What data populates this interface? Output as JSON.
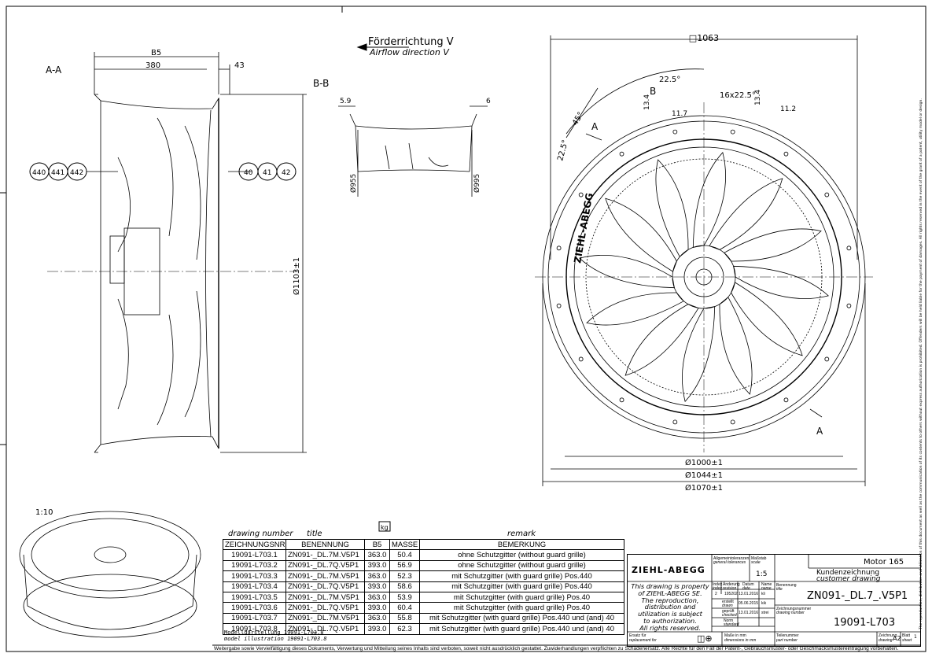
{
  "airflow": {
    "de": "Förderrichtung V",
    "en": "Airflow direction V"
  },
  "views": {
    "section_aa": "A-A",
    "section_bb": "B-B",
    "scale_label": "1:10",
    "section_marker": "A",
    "section_marker_b": "B"
  },
  "dimensions": {
    "b5": "B5",
    "len380": "380",
    "len43": "43",
    "dia1103": "Ø1103±1",
    "bb_left": "5.9",
    "bb_right": "6",
    "dia955": "Ø955",
    "dia995": "Ø995",
    "square": "□1063",
    "angle225": "22.5°",
    "angle45": "45°",
    "angle225b": "22.5°",
    "pattern": "16x22.5°",
    "d134a": "13.4",
    "d117": "11.7",
    "d134b": "13.4",
    "d112": "11.2",
    "dia1000": "Ø1000±1",
    "dia1044": "Ø1044±1",
    "dia1070": "Ø1070±1"
  },
  "balloons": [
    "440",
    "441",
    "442",
    "40",
    "41",
    "42"
  ],
  "brand_ring": "ZIEHL-ABEGG",
  "parts_table": {
    "header_en": {
      "number": "drawing number",
      "title": "title",
      "remark": "remark"
    },
    "weight_icon": "kg",
    "columns": [
      "ZEICHNUNGSNR",
      "BENENNUNG",
      "B5",
      "MASSE",
      "BEMERKUNG"
    ],
    "rows": [
      [
        "19091-L703.1",
        "ZN091-_DL.7M.V5P1",
        "363.0",
        "50.4",
        "ohne Schutzgitter (without guard grille)"
      ],
      [
        "19091-L703.2",
        "ZN091-_DL.7Q.V5P1",
        "393.0",
        "56.9",
        "ohne Schutzgitter (without guard grille)"
      ],
      [
        "19091-L703.3",
        "ZN091-_DL.7M.V5P1",
        "363.0",
        "52.3",
        "mit Schutzgitter (with guard grille) Pos.440"
      ],
      [
        "19091-L703.4",
        "ZN091-_DL.7Q.V5P1",
        "393.0",
        "58.6",
        "mit Schutzgitter (with guard grille) Pos.440"
      ],
      [
        "19091-L703.5",
        "ZN091-_DL.7M.V5P1",
        "363.0",
        "53.9",
        "mit Schutzgitter (with guard grille) Pos.40"
      ],
      [
        "19091-L703.6",
        "ZN091-_DL.7Q.V5P1",
        "393.0",
        "60.4",
        "mit Schutzgitter (with guard grille) Pos.40"
      ],
      [
        "19091-L703.7",
        "ZN091-_DL.7M.V5P1",
        "363.0",
        "55.8",
        "mit Schutzgitter (with guard grille) Pos.440 und (and) 40"
      ],
      [
        "19091-L703.8",
        "ZN091-_DL.7Q.V5P1",
        "393.0",
        "62.3",
        "mit Schutzgitter (with guard grille) Pos.440 und (and) 40"
      ]
    ]
  },
  "model_note": {
    "de": "Modelldarstellung 19091-L703.8",
    "en": "model illustration 19091-L703.8"
  },
  "title_block": {
    "company": "ZIEHL-ABEGG",
    "tolerances_de": "Allgemeintoleranzen",
    "tolerances_en": "general tolerances",
    "scale_de": "Maßstab",
    "scale_en": "scale",
    "scale": "1:5",
    "motor": "Motor 165",
    "drawing_type_de": "Kundenzeichnung",
    "drawing_type_en": "customer drawing",
    "property_notice": [
      "This drawing is property",
      "of ZIEHL-ABEGG SE.",
      "The reproduction,",
      "distribution and",
      "utilization is subject",
      "to authorization.",
      "All rights reserved."
    ],
    "rev_headers": {
      "index_de": "Index",
      "index_en": "index",
      "change_de": "Änderung",
      "change_en": "revision",
      "date_de": "Datum",
      "date_en": "date",
      "name_de": "Name",
      "name_en": "name"
    },
    "revision": {
      "index": "2",
      "change": "195202",
      "date": "13.01.2016",
      "name": "kli"
    },
    "drawn": {
      "label_de": "erstellt",
      "label_en": "drawn",
      "date": "05.06.2015",
      "name": "kik"
    },
    "checked": {
      "label_de": "geprüft",
      "label_en": "checked",
      "date": "13.01.2016",
      "name": "strei"
    },
    "standard": {
      "label_de": "Norm",
      "label_en": "standard"
    },
    "title_label_de": "Benennung",
    "title_label_en": "title",
    "title": "ZN091-_DL.7_.V5P1",
    "number_label_de": "Zeichnungsnummer",
    "number_label_en": "drawing number",
    "number": "19091-L703",
    "replacement_de": "Ersatz für",
    "replacement_en": "replacement for",
    "units_de": "Maße in mm",
    "units_en": "dimensions in mm",
    "part_de": "Teilenummer",
    "part_en": "part number",
    "format_de": "Zeichnung",
    "format_en": "drawing",
    "format": "A2",
    "sheet_de": "Blatt",
    "sheet_en": "sheet",
    "sheet": "1"
  },
  "footer_notice": "Weitergabe sowie Vervielfältigung dieses Dokuments, Verwertung und Mitteilung seines Inhalts sind verboten, soweit nicht ausdrücklich gestattet. Zuwiderhandlungen verpflichten zu Schadenersatz. Alle Rechte für den Fall der Patent-, Gebrauchsmuster- oder Geschmacksmustereintragung vorbehalten.",
  "side_notice": "The reproduction, distribution and utilization of this document as well as the communication of its contents to others without express authorization is prohibited. Offenders will be held liable for the payment of damages. All rights reserved in the event of the grant of a patent, utility model or design."
}
